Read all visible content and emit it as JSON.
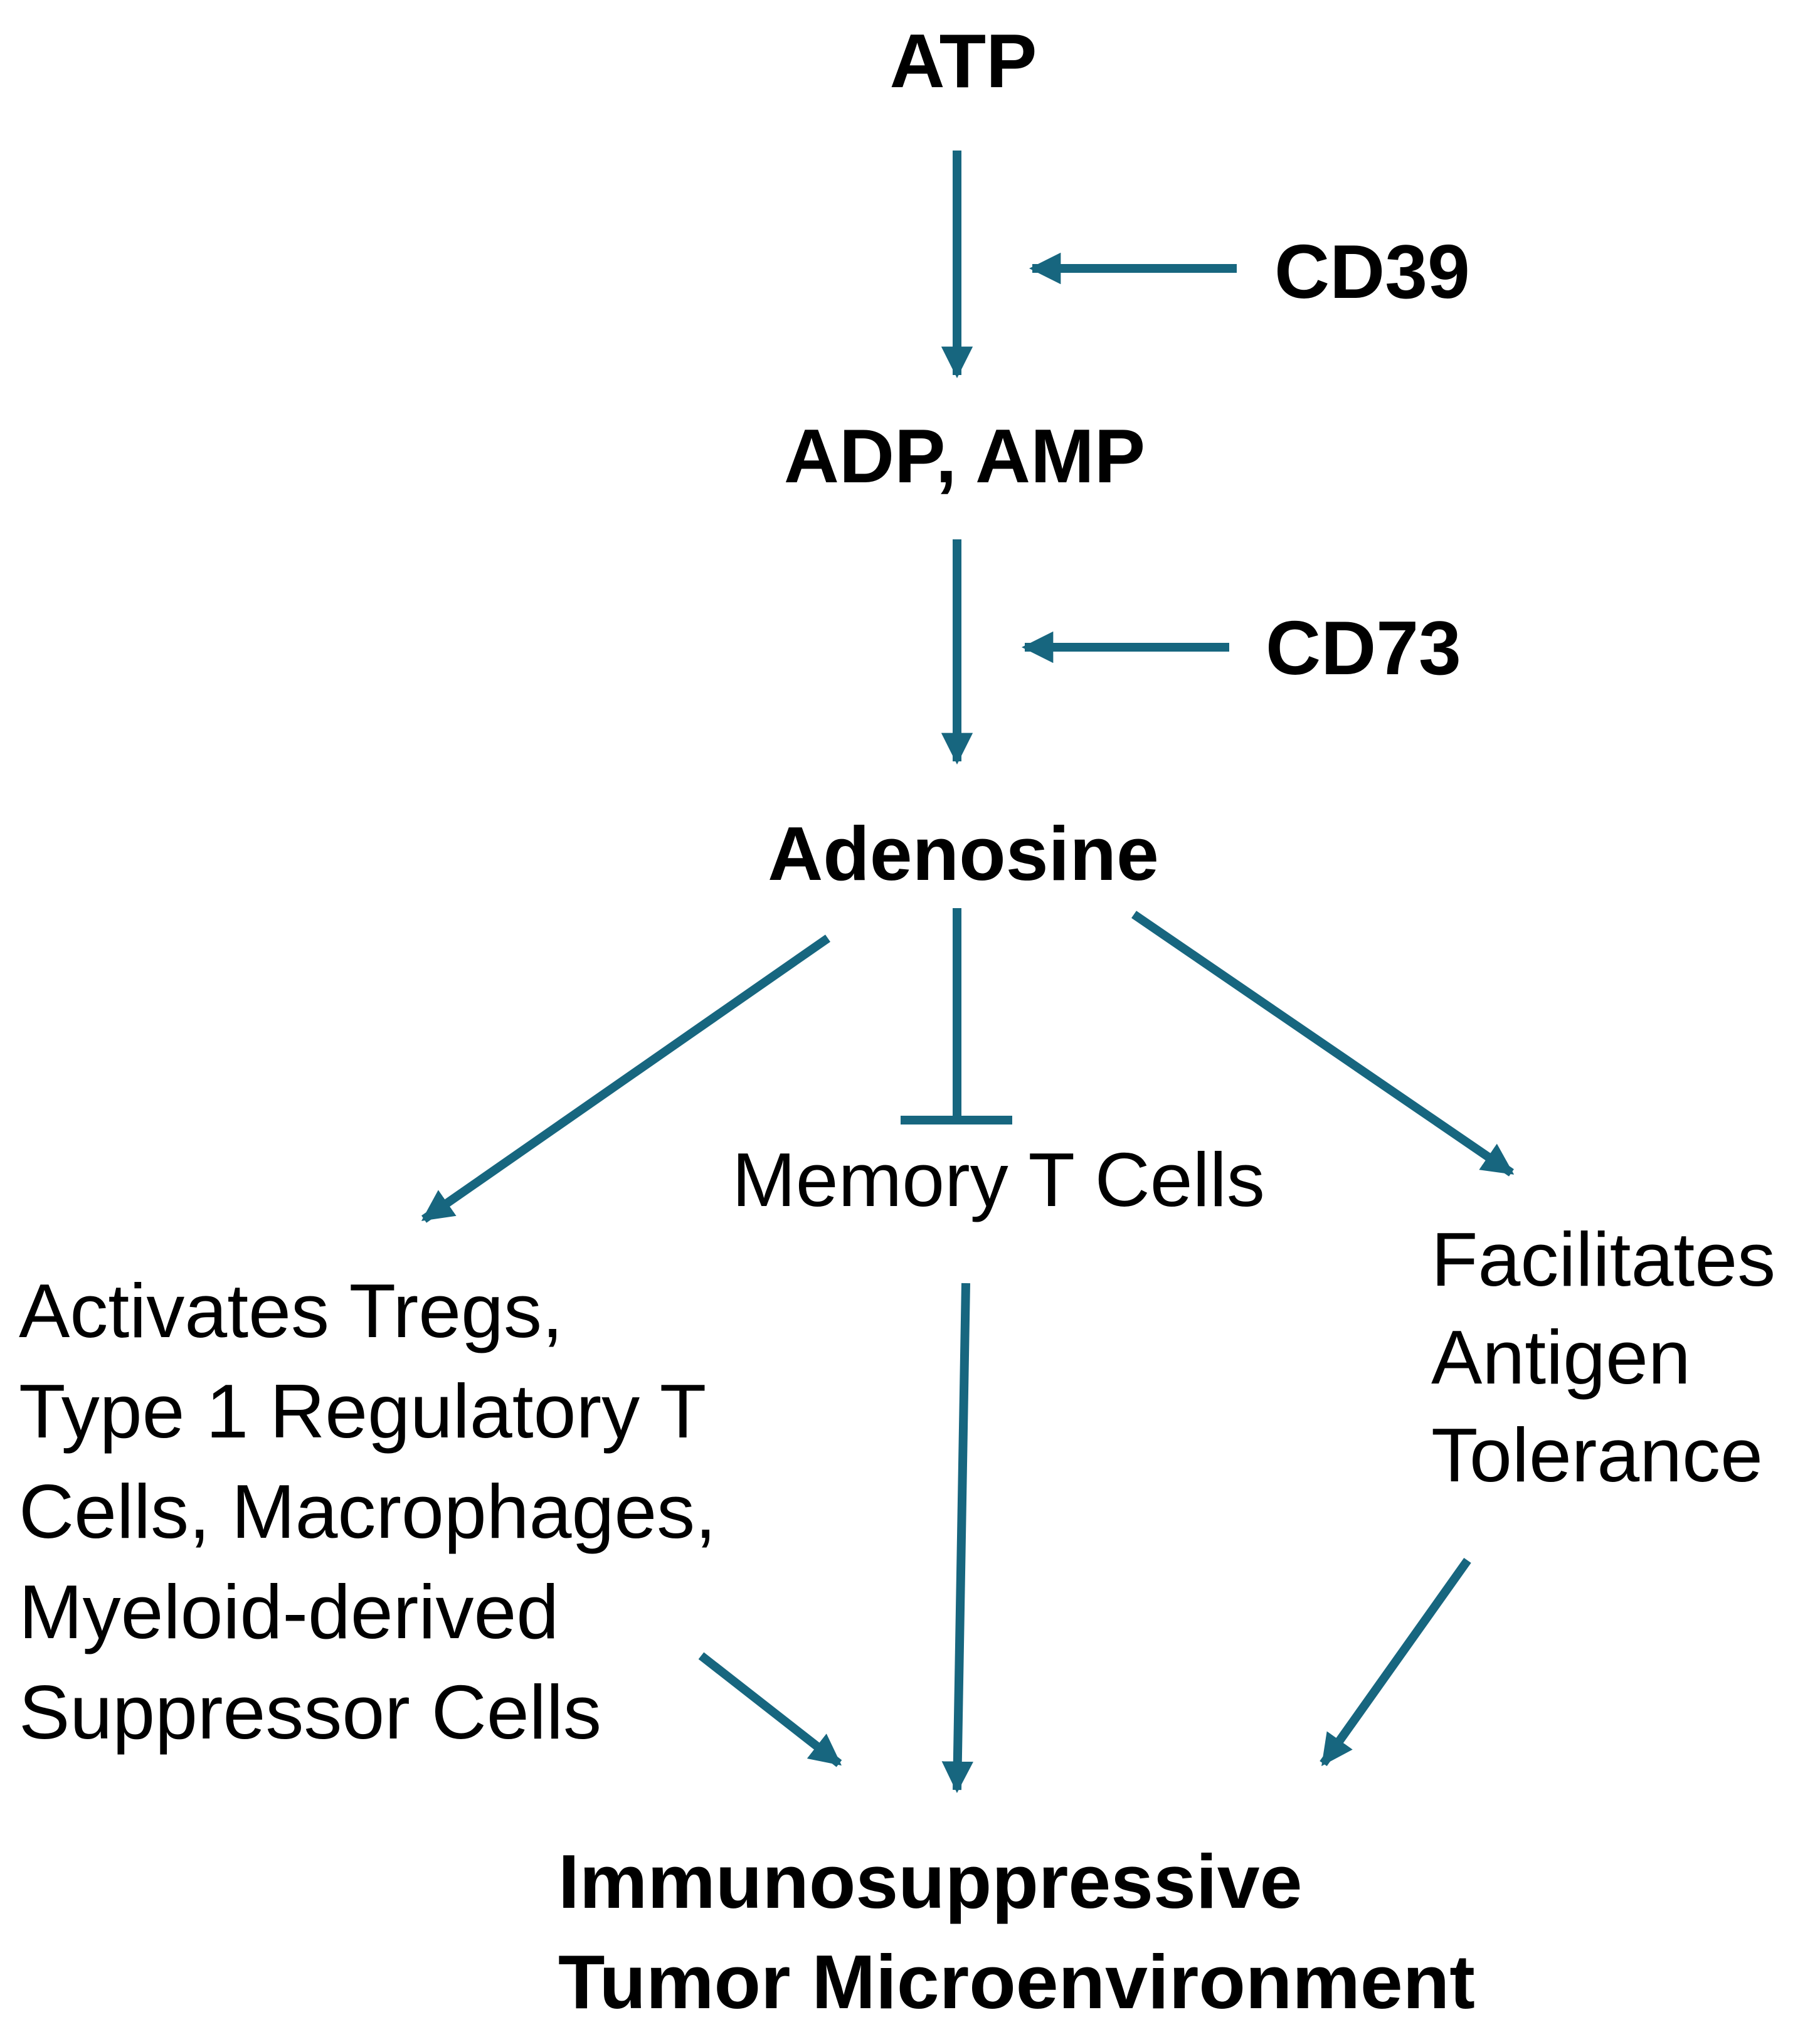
{
  "colors": {
    "arrow": "#17667F",
    "text": "#000000",
    "background": "#FFFFFF"
  },
  "nodes": {
    "atp": "ATP",
    "cd39": "CD39",
    "adp_amp": "ADP, AMP",
    "cd73": "CD73",
    "adenosine": "Adenosine",
    "memory_t_cells": "Memory T Cells",
    "activates_lines": [
      "Activates Tregs,",
      "Type 1 Regulatory T",
      "Cells, Macrophages,",
      "Myeloid-derived",
      "Suppressor Cells"
    ],
    "facilitates_lines": [
      "Facilitates",
      "Antigen",
      "Tolerance"
    ],
    "outcome_lines": [
      "Immunosuppressive",
      "Tumor Microenvironment"
    ]
  },
  "edges": [
    {
      "from": "atp",
      "to": "adp_amp",
      "type": "arrow"
    },
    {
      "from": "cd39",
      "to": "atp->adp_amp",
      "type": "arrow"
    },
    {
      "from": "adp_amp",
      "to": "adenosine",
      "type": "arrow"
    },
    {
      "from": "cd73",
      "to": "adp_amp->adenosine",
      "type": "arrow"
    },
    {
      "from": "adenosine",
      "to": "activates",
      "type": "arrow"
    },
    {
      "from": "adenosine",
      "to": "memory_t_cells",
      "type": "inhibit"
    },
    {
      "from": "adenosine",
      "to": "facilitates",
      "type": "arrow"
    },
    {
      "from": "activates",
      "to": "outcome",
      "type": "arrow"
    },
    {
      "from": "memory_t_cells",
      "to": "outcome",
      "type": "arrow"
    },
    {
      "from": "facilitates",
      "to": "outcome",
      "type": "arrow"
    }
  ]
}
